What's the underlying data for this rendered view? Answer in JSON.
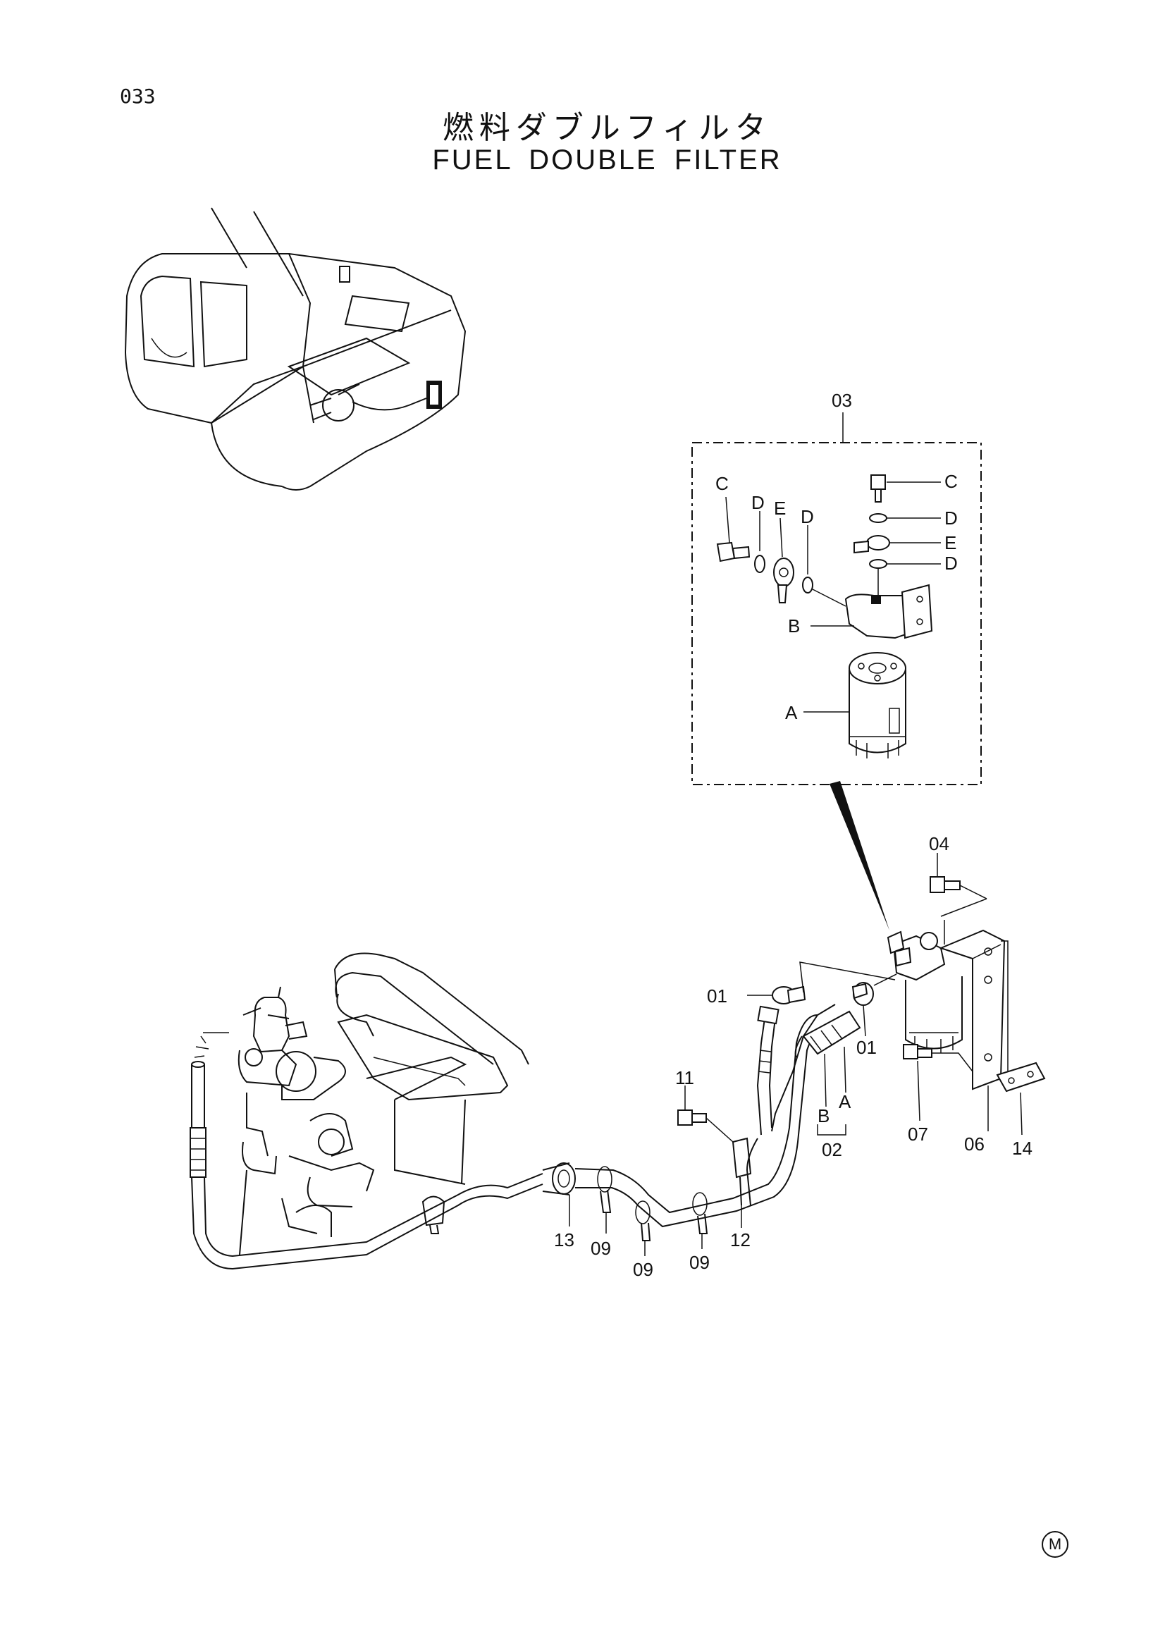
{
  "page": {
    "number": "033"
  },
  "title": {
    "japanese": "燃料ダブルフィルタ",
    "english": "FUEL DOUBLE FILTER"
  },
  "kit": {
    "label": "03",
    "parts": [
      "A",
      "B",
      "C",
      "C",
      "D",
      "D",
      "D",
      "D",
      "E",
      "E"
    ]
  },
  "callouts": {
    "p01a": "01",
    "p01b": "01",
    "p02": "02",
    "p04": "04",
    "p06": "06",
    "p07": "07",
    "p09a": "09",
    "p09b": "09",
    "p09c": "09",
    "p11": "11",
    "p12": "12",
    "p13": "13",
    "p14": "14",
    "hoseA": "A",
    "hoseB": "B"
  },
  "kit_labels": {
    "c_left": "C",
    "d_left1": "D",
    "e_left": "E",
    "d_left2": "D",
    "c_right": "C",
    "d_right1": "D",
    "e_right": "E",
    "d_right2": "D",
    "b": "B",
    "a": "A"
  },
  "footer": {
    "mark": "M"
  }
}
